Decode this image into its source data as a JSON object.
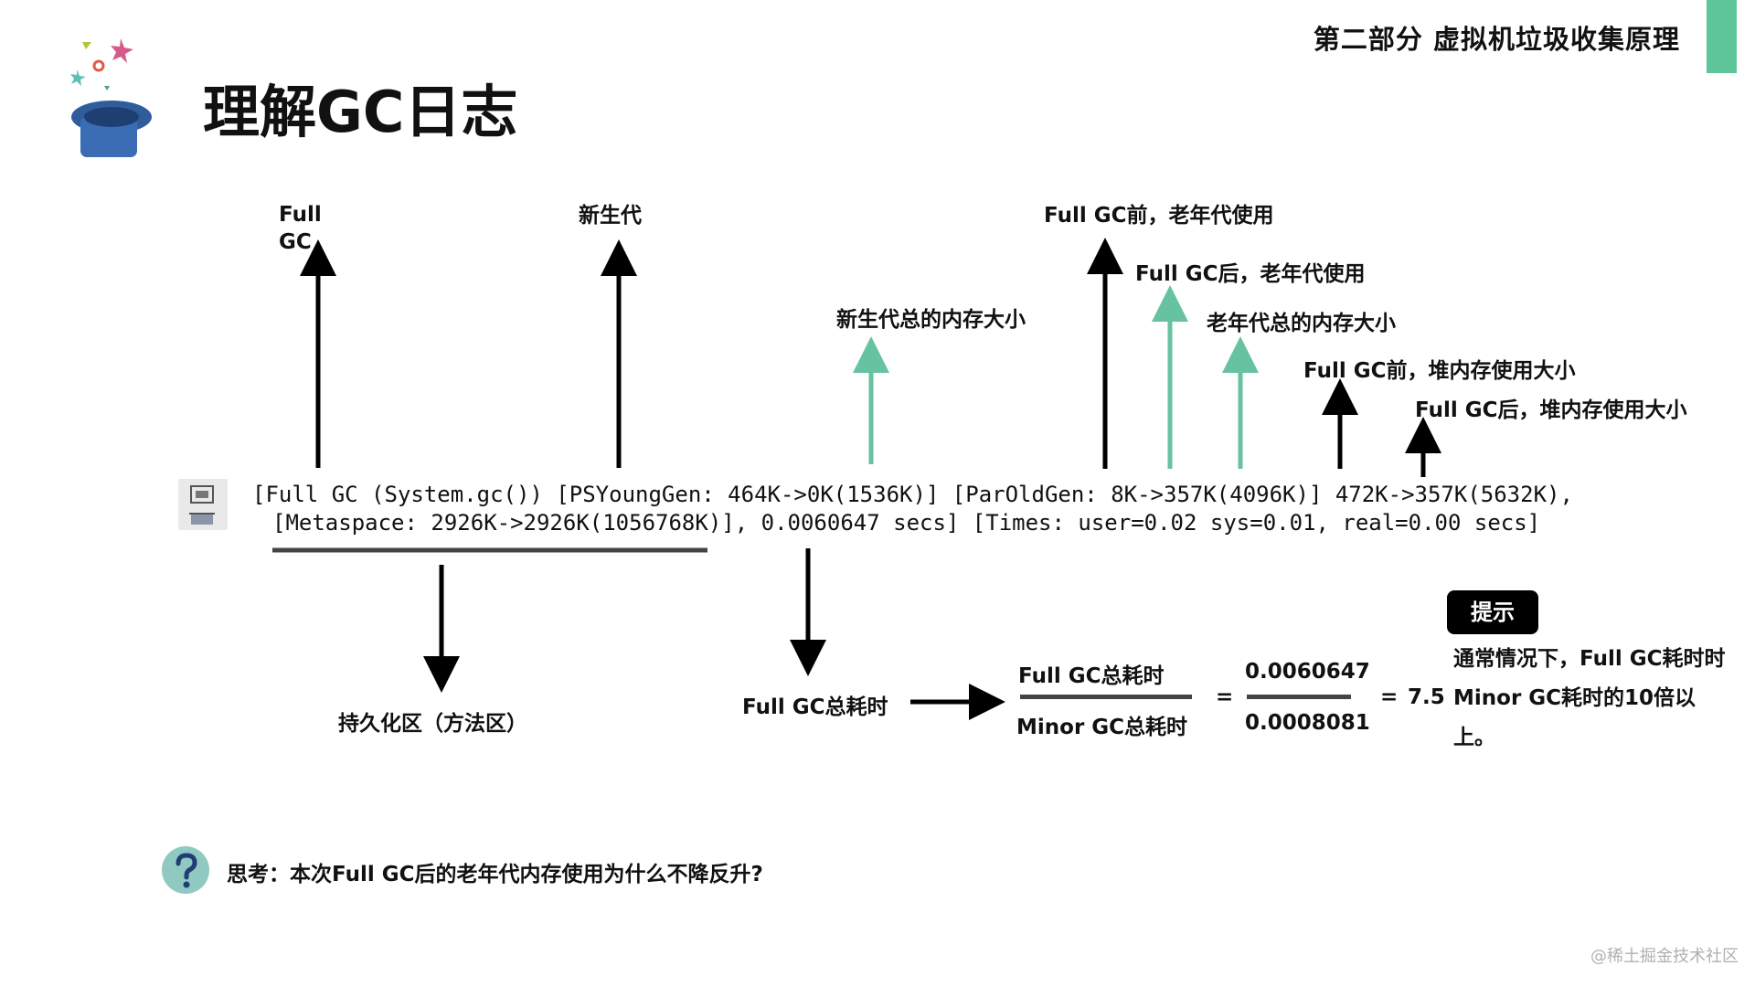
{
  "header": {
    "section": "第二部分 虚拟机垃圾收集原理",
    "title": "理解GC日志",
    "accent_color": "#5ec49a"
  },
  "labels": {
    "full_gc": "Full\nGC",
    "young_gen": "新生代",
    "young_total": "新生代总的内存大小",
    "old_before": "Full GC前，老年代使用",
    "old_after": "Full GC后，老年代使用",
    "old_total": "老年代总的内存大小",
    "heap_before": "Full GC前，堆内存使用大小",
    "heap_after": "Full GC后，堆内存使用大小",
    "permanent": "持久化区（方法区）",
    "full_gc_time": "Full GC总耗时"
  },
  "log": {
    "line1": "[Full GC (System.gc()) [PSYoungGen: 464K->0K(1536K)] [ParOldGen: 8K->357K(4096K)] 472K->357K(5632K),",
    "line2": "[Metaspace: 2926K->2926K(1056768K)], 0.0060647 secs] [Times: user=0.02 sys=0.01, real=0.00 secs]"
  },
  "formula": {
    "num_label": "Full GC总耗时",
    "den_label": "Minor GC总耗时",
    "eq1": "=",
    "num_value": "0.0060647",
    "den_value": "0.0008081",
    "eq2": "=",
    "result": "7.5"
  },
  "hint": {
    "badge": "提示",
    "text": "通常情况下，Full GC耗时时Minor GC耗时的10倍以上。"
  },
  "question": {
    "text": "思考：本次Full GC后的老年代内存使用为什么不降反升?"
  },
  "watermark": "@稀土掘金技术社区",
  "colors": {
    "arrow_black": "#000000",
    "arrow_green": "#66c29f"
  }
}
